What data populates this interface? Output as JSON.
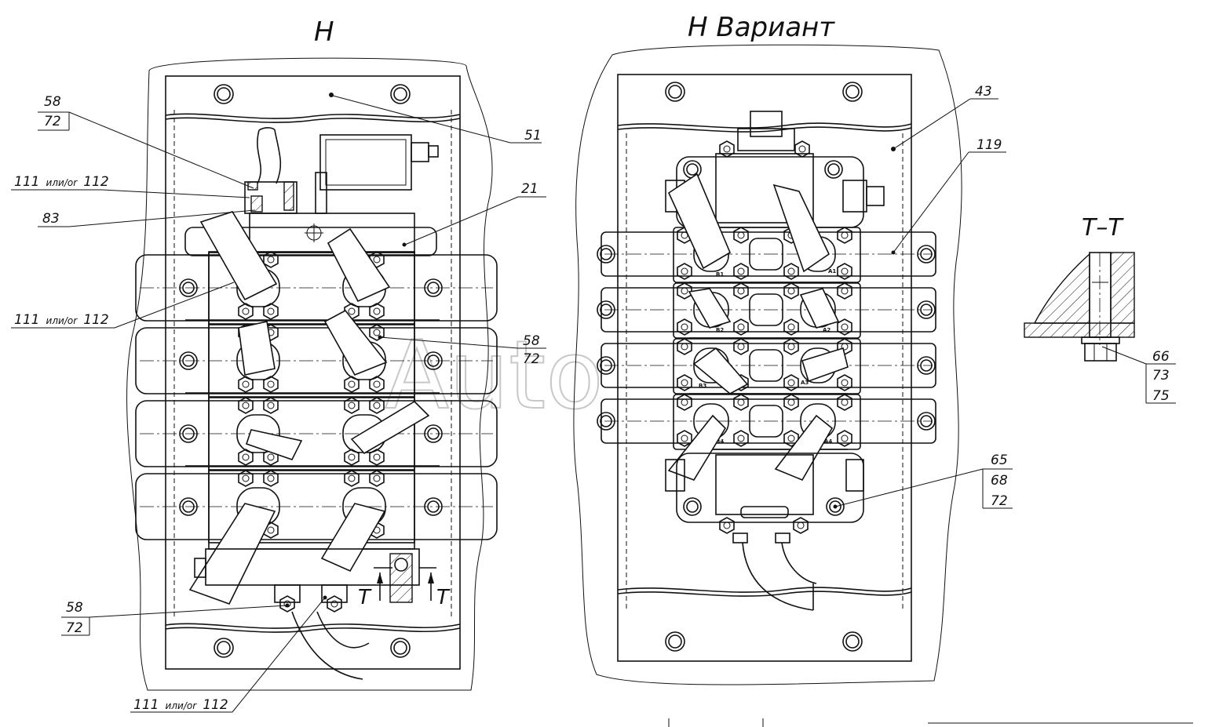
{
  "titles": {
    "view_h": "H",
    "view_h_variant": "H  Вариант",
    "section_tt": "T–T"
  },
  "callouts": {
    "c58_72_top": [
      "58",
      "72"
    ],
    "c111_112_top": {
      "num1": "111",
      "small": "или/or",
      "num2": "112"
    },
    "c83": "83",
    "c111_112_mid": {
      "num1": "111",
      "small": "или/or",
      "num2": "112"
    },
    "c51": "51",
    "c21": "21",
    "c58_72_mid": [
      "58",
      "72"
    ],
    "c58_72_bottom": [
      "58",
      "72"
    ],
    "c111_112_bottom": {
      "num1": "111",
      "small": "или/or",
      "num2": "112"
    },
    "c43": "43",
    "c119": "119",
    "c65_68_72": [
      "65",
      "68",
      "72"
    ],
    "c66_73_75": [
      "66",
      "73",
      "75"
    ]
  },
  "section_marks": {
    "left": "T",
    "right": "T"
  },
  "ports": [
    "B1",
    "A1",
    "B2",
    "A2",
    "B3",
    "A3",
    "B4",
    "A4"
  ],
  "watermark": "Auto"
}
